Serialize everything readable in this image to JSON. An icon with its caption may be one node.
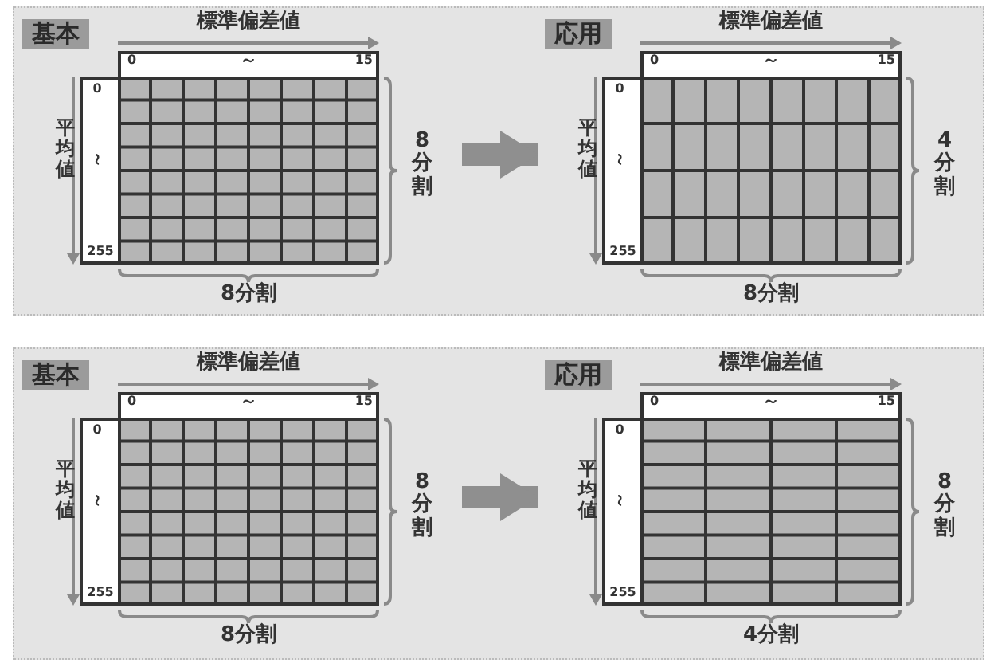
{
  "diagram": {
    "nodes": [
      {
        "text": [
          "基本",
          "標準偏差値",
          "0",
          "～",
          "15",
          "0",
          "平均値",
          "～",
          "255",
          "8分割",
          "8分割"
        ]
      },
      {
        "text": [
          "応用",
          "標準偏差値",
          "0",
          "～",
          "15",
          "0",
          "平均値",
          "～",
          "255",
          "4分割",
          "8分割"
        ]
      },
      {
        "text": [
          "基本",
          "標準偏差値",
          "0",
          "～",
          "15",
          "0",
          "平均値",
          "～",
          "255",
          "8分割",
          "8分割"
        ]
      },
      {
        "text": [
          "応用",
          "標準偏差値",
          "0",
          "～",
          "15",
          "0",
          "平均値",
          "～",
          "255",
          "8分割",
          "4分割"
        ]
      }
    ],
    "edges": [
      {
        "from": 0,
        "to": 1,
        "arrow": "to"
      },
      {
        "from": 2,
        "to": 3,
        "arrow": "to"
      }
    ]
  }
}
